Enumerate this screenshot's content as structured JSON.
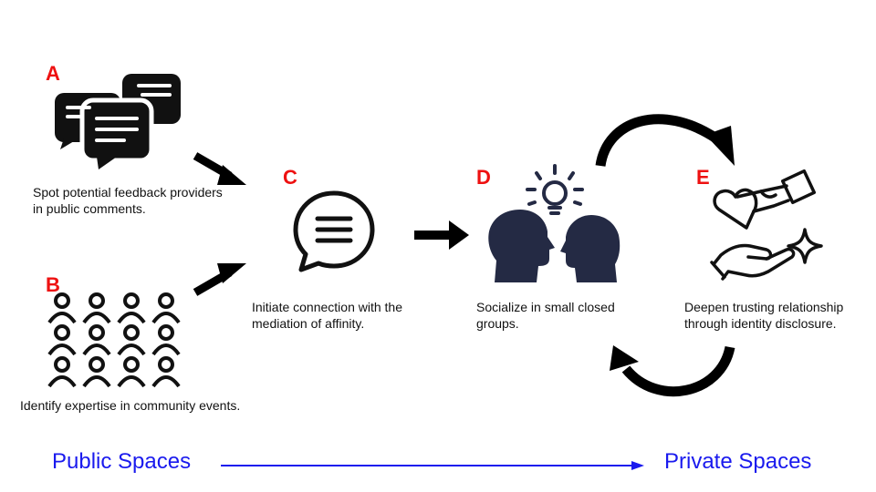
{
  "steps": {
    "a": {
      "letter": "A",
      "caption": "Spot potential feedback providers in public comments."
    },
    "b": {
      "letter": "B",
      "caption": "Identify expertise in community events."
    },
    "c": {
      "letter": "C",
      "caption": "Initiate connection with the mediation of affinity."
    },
    "d": {
      "letter": "D",
      "caption": "Socialize in small closed groups."
    },
    "e": {
      "letter": "E",
      "caption": "Deepen trusting relationship through identity disclosure."
    }
  },
  "spectrum": {
    "left_label": "Public Spaces",
    "right_label": "Private Spaces"
  },
  "colors": {
    "letter": "#ee1111",
    "spectrum": "#1a1aee",
    "icon_dark": "#242a44"
  },
  "icons": {
    "a": "chat-bubbles-icon",
    "b": "crowd-icon",
    "c": "speech-bubble-icon",
    "d": "heads-lightbulb-icon",
    "e": "heart-gift-hand-icon"
  }
}
